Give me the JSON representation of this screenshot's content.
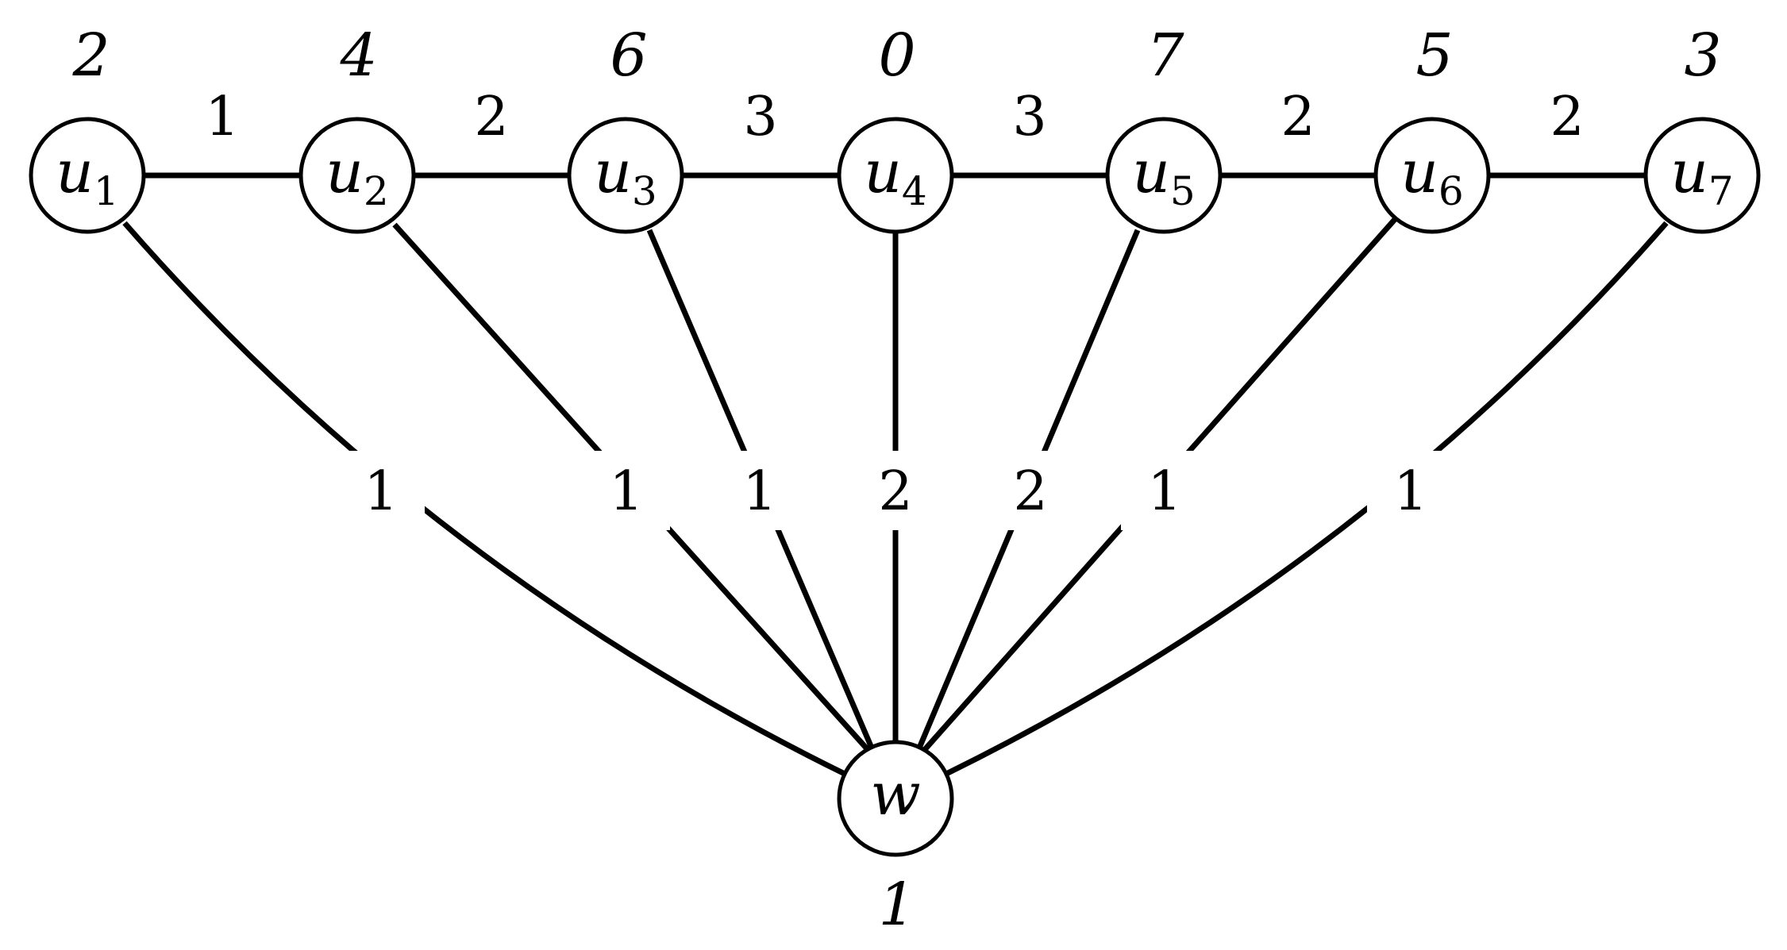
{
  "graph": {
    "path_vertices": [
      {
        "name": "u",
        "subscript": "1",
        "label": "2"
      },
      {
        "name": "u",
        "subscript": "2",
        "label": "4"
      },
      {
        "name": "u",
        "subscript": "3",
        "label": "6"
      },
      {
        "name": "u",
        "subscript": "4",
        "label": "0"
      },
      {
        "name": "u",
        "subscript": "5",
        "label": "7"
      },
      {
        "name": "u",
        "subscript": "6",
        "label": "5"
      },
      {
        "name": "u",
        "subscript": "7",
        "label": "3"
      }
    ],
    "hub_vertex": {
      "name": "w",
      "label": "1"
    },
    "path_edges": [
      {
        "from": "u1",
        "to": "u2",
        "label": "1"
      },
      {
        "from": "u2",
        "to": "u3",
        "label": "2"
      },
      {
        "from": "u3",
        "to": "u4",
        "label": "3"
      },
      {
        "from": "u4",
        "to": "u5",
        "label": "3"
      },
      {
        "from": "u5",
        "to": "u6",
        "label": "2"
      },
      {
        "from": "u6",
        "to": "u7",
        "label": "2"
      }
    ],
    "spoke_edges": [
      {
        "from": "u1",
        "to": "w",
        "label": "1"
      },
      {
        "from": "u2",
        "to": "w",
        "label": "1"
      },
      {
        "from": "u3",
        "to": "w",
        "label": "1"
      },
      {
        "from": "u4",
        "to": "w",
        "label": "2"
      },
      {
        "from": "u5",
        "to": "w",
        "label": "2"
      },
      {
        "from": "u6",
        "to": "w",
        "label": "1"
      },
      {
        "from": "u7",
        "to": "w",
        "label": "1"
      }
    ]
  }
}
